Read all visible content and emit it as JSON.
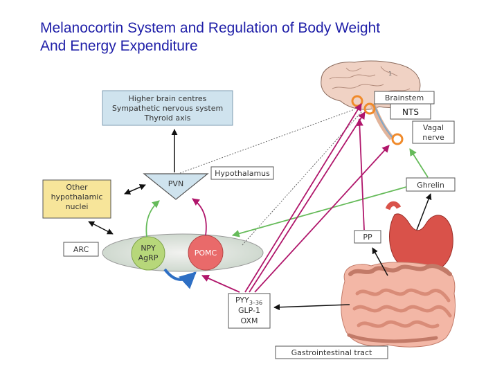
{
  "slide": {
    "title_line1": "Melanocortin System and Regulation of Body Weight",
    "title_line2": "And Energy Expenditure"
  },
  "diagram": {
    "higher_centres": [
      "Higher brain centres",
      "Sympathetic nervous system",
      "Thyroid axis"
    ],
    "pvn": "PVN",
    "hypothalamus": "Hypothalamus",
    "other_nuclei": [
      "Other",
      "hypothalamic",
      "nuclei"
    ],
    "arc": "ARC",
    "npy": [
      "NPY",
      "AgRP"
    ],
    "pomc": "POMC",
    "brainstem": "Brainstem",
    "nts": "NTS",
    "vagal": [
      "Vagal",
      "nerve"
    ],
    "ghrelin": "Ghrelin",
    "pp": "PP",
    "pyy": "PYY",
    "pyy_sub": "3–36",
    "glp": "GLP-1",
    "oxm": "OXM",
    "gi_tract": "Gastrointestinal tract",
    "brain_marker": "1"
  },
  "colors": {
    "title": "#1f1fa8",
    "box_blue": "#cfe3ee",
    "box_yellow": "#f7e59a",
    "npy_green": "#b7d77a",
    "pomc_red": "#e96a6a",
    "arrow_magenta": "#b0166b",
    "arrow_green": "#66bb5a",
    "arrow_blue": "#2e6fc4"
  },
  "icons": [
    "brain-icon",
    "stomach-icon",
    "intestine-icon"
  ]
}
